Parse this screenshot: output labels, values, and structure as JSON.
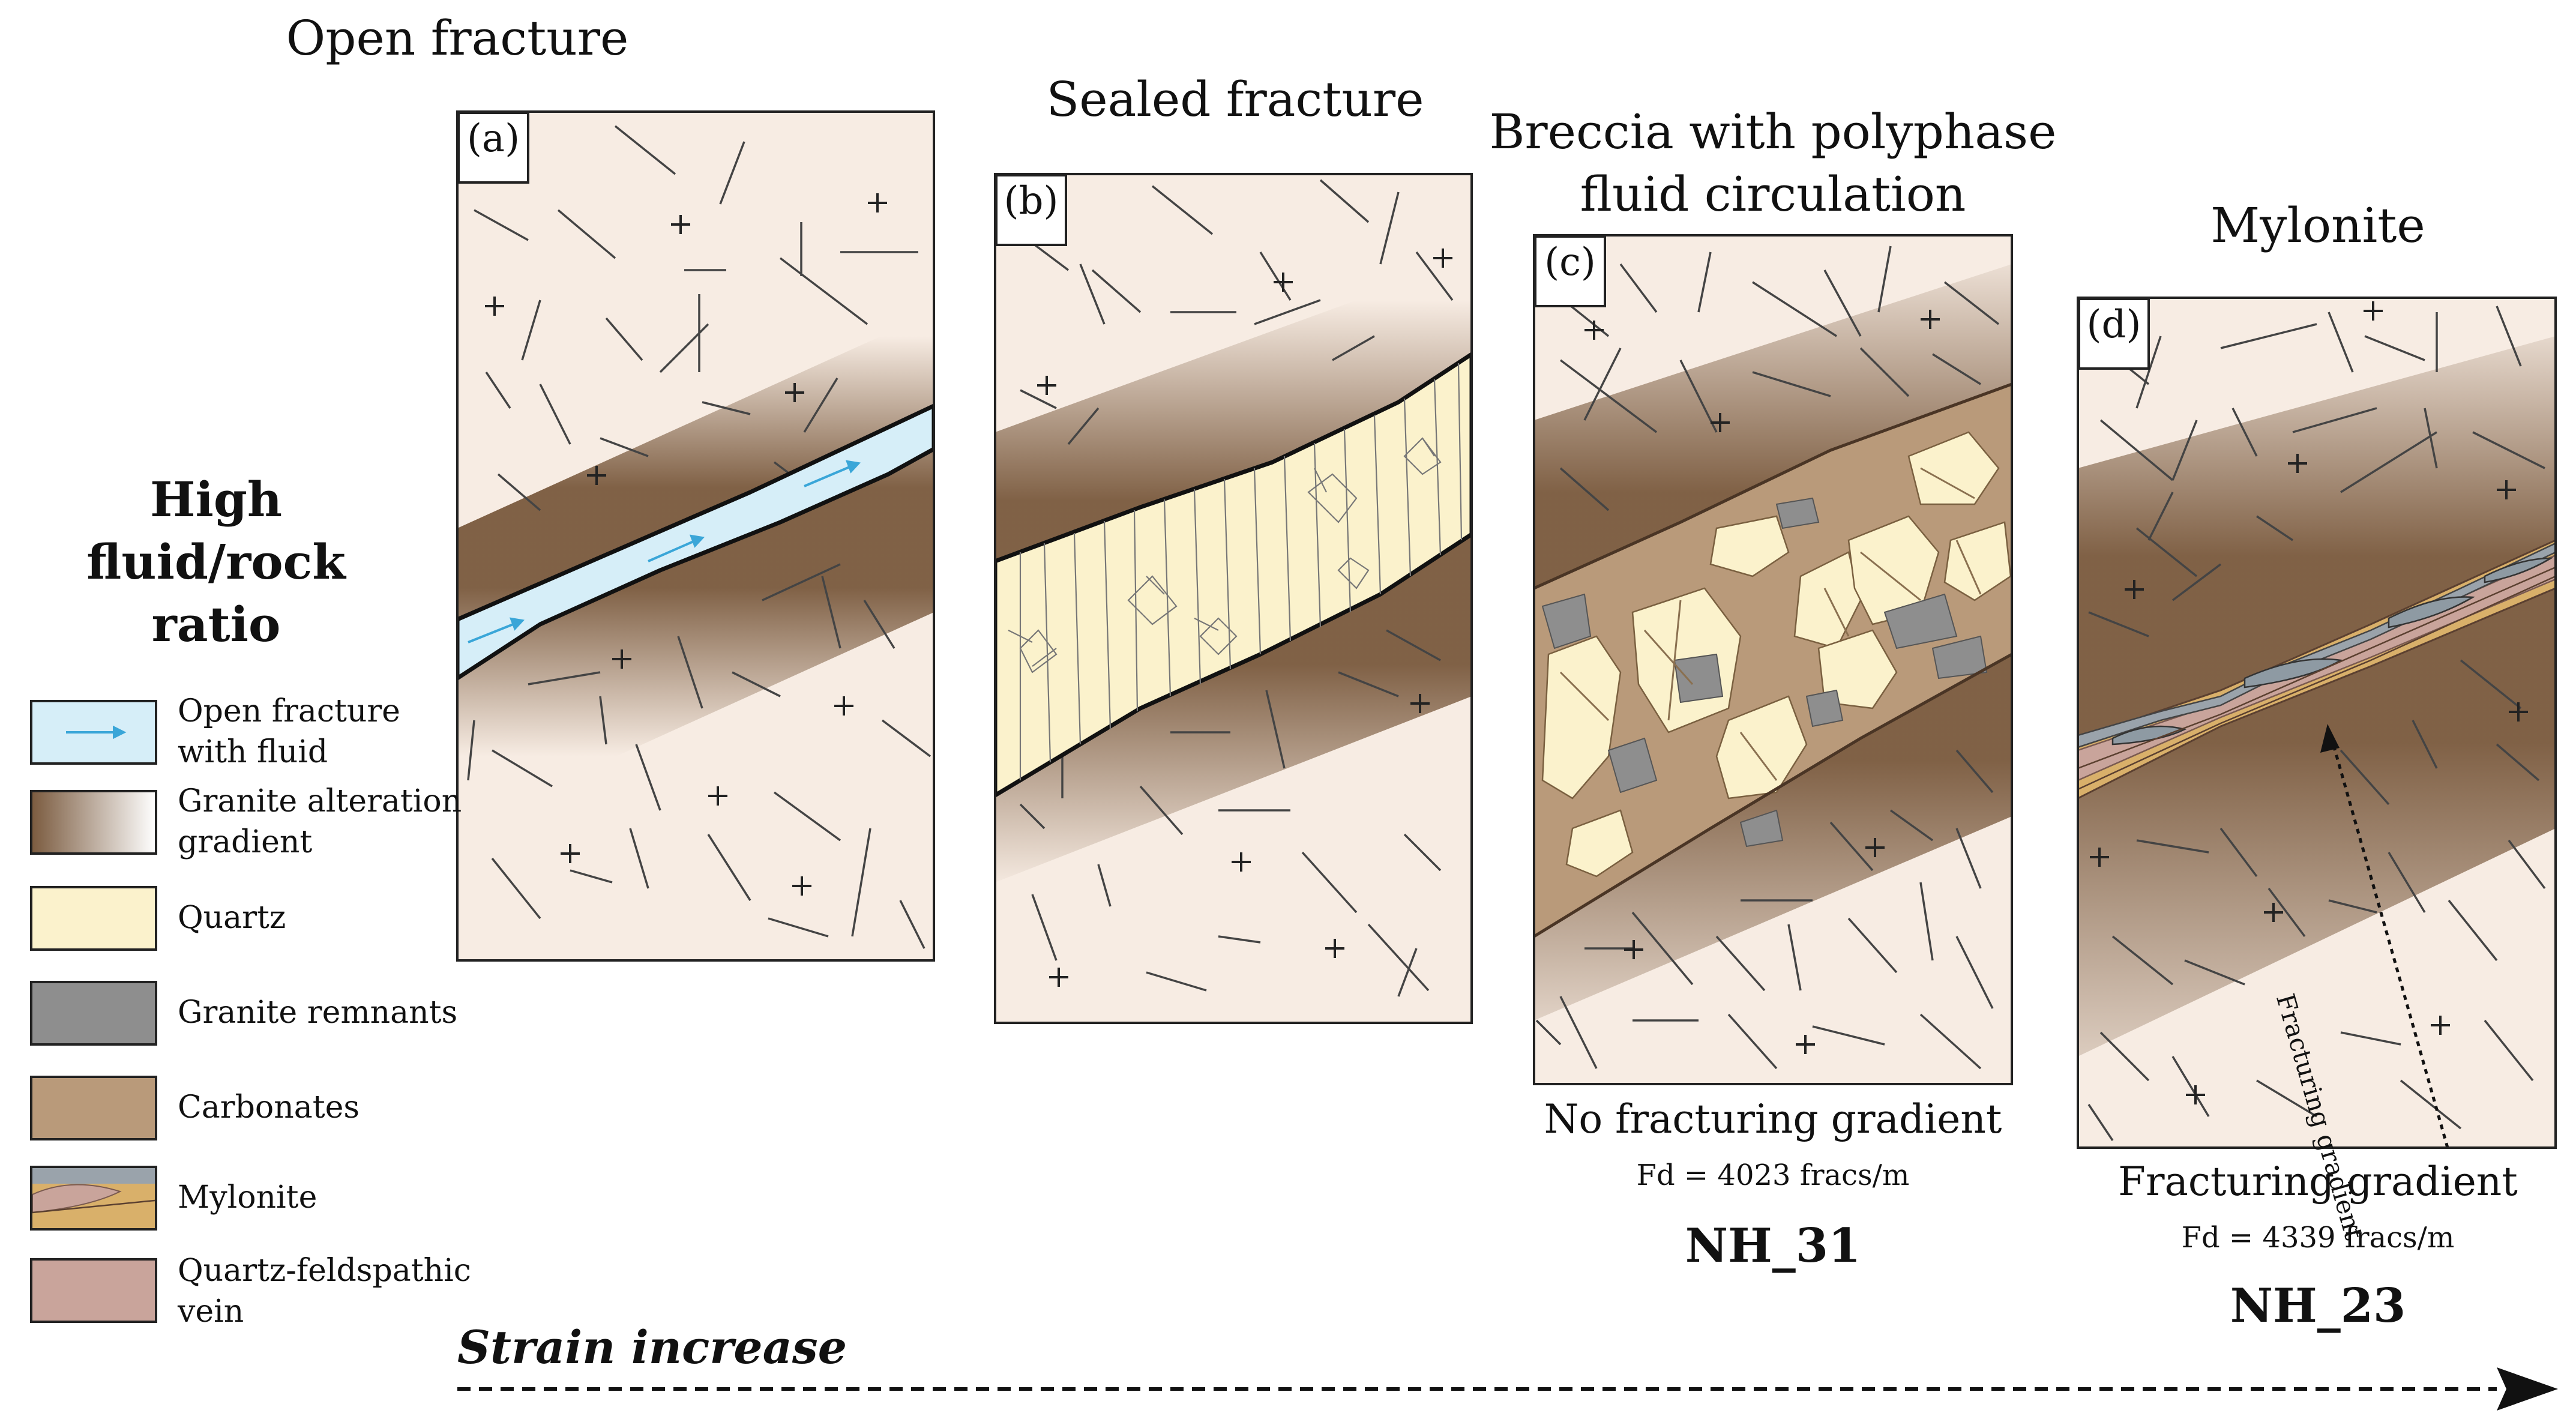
{
  "left_title": {
    "line1": "High",
    "line2": "fluid/rock ratio"
  },
  "panels": [
    {
      "letter": "(a)",
      "title": "Open fracture"
    },
    {
      "letter": "(b)",
      "title": "Sealed fracture"
    },
    {
      "letter": "(c)",
      "title_line1": "Breccia with polyphase",
      "title_line2": "fluid circulation",
      "caption": "No fracturing gradient",
      "fd": "Fd = 4023 fracs/m",
      "sample": "NH_31"
    },
    {
      "letter": "(d)",
      "title": "Mylonite",
      "caption": "Fracturing gradient",
      "fd": "Fd = 4339 fracs/m",
      "sample": "NH_23",
      "arrow_label": "Fracturing gradient"
    }
  ],
  "legend": [
    {
      "line1": "Open fracture",
      "line2": "with fluid",
      "color": "#d6eef8"
    },
    {
      "line1": "Granite alteration",
      "line2": "gradient",
      "color": "#7a5a3e"
    },
    {
      "line1": "Quartz",
      "line2": "",
      "color": "#fbf2cc"
    },
    {
      "line1": "Granite remnants",
      "line2": "",
      "color": "#8e8e8e"
    },
    {
      "line1": "Carbonates",
      "line2": "",
      "color": "#b99a7a"
    },
    {
      "line1": "Mylonite",
      "line2": "",
      "color": "#a08a68"
    },
    {
      "line1": "Quartz-feldspathic",
      "line2": "vein",
      "color": "#c9a49b"
    }
  ],
  "strain_label": "Strain increase",
  "colors": {
    "host_rock": "#f7ece3",
    "alteration_dark": "#7a5a3e",
    "fluid": "#d6eef8",
    "fluid_arrow": "#3aa6d8",
    "quartz": "#fbf2cc",
    "granite_remnant": "#8e8e8e",
    "carbonate": "#b99a7a",
    "vein_pink": "#c9a49b",
    "mylonite_gold": "#d9b06a"
  }
}
